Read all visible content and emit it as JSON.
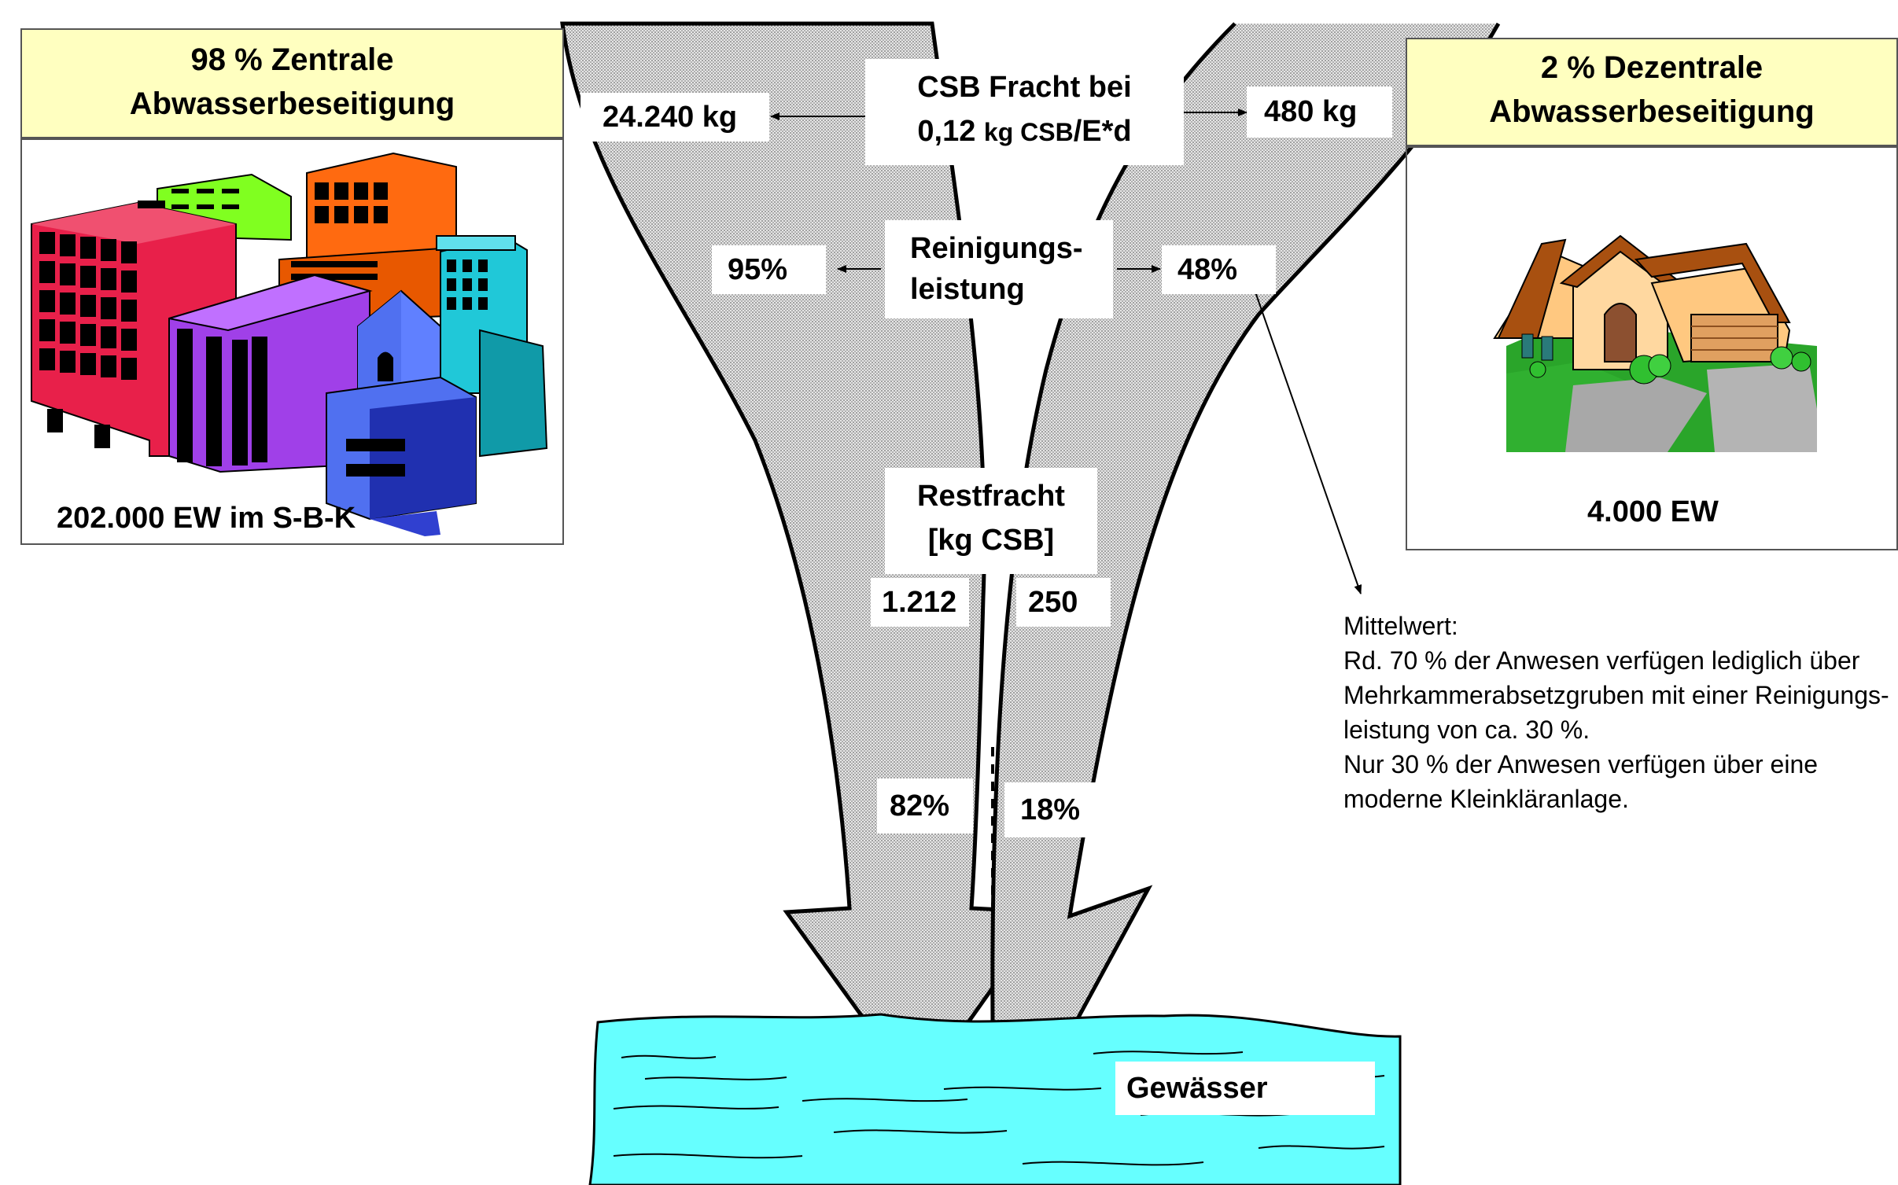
{
  "left_box": {
    "title_line1": "98 % Zentrale",
    "title_line2": "Abwasserbeseitigung",
    "caption": "202.000 EW im S-B-K"
  },
  "right_box": {
    "title_line1": "2 % Dezentrale",
    "title_line2": "Abwasserbeseitigung",
    "caption": "4.000 EW"
  },
  "center": {
    "csb_line1": "CSB  Fracht bei",
    "csb_line2_a": "0,12 ",
    "csb_line2_b": "kg CSB",
    "csb_line2_c": "/E*d",
    "reinigung_line1": "Reinigungs-",
    "reinigung_line2": "leistung",
    "restfracht_line1": "Restfracht",
    "restfracht_line2": "[kg CSB]"
  },
  "left_flow": {
    "load": "24.240 kg",
    "efficiency": "95%",
    "residual": "1.212",
    "share": "82%"
  },
  "right_flow": {
    "load": "480 kg",
    "efficiency": "48%",
    "residual": "250",
    "share": "18%"
  },
  "water": {
    "label": "Gewässer",
    "color": "#66ffff"
  },
  "note": {
    "lines": [
      "Mittelwert:",
      "Rd. 70 % der Anwesen verfügen lediglich über",
      "Mehrkammerabsetzgruben mit einer Reinigungs-",
      "leistung von ca. 30 %.",
      "Nur 30 % der Anwesen verfügen über eine",
      "moderne Kleinkläranlage."
    ]
  },
  "colors": {
    "box_title_bg": "#ffffc0",
    "arrow_fill": "#c8c8c8"
  }
}
